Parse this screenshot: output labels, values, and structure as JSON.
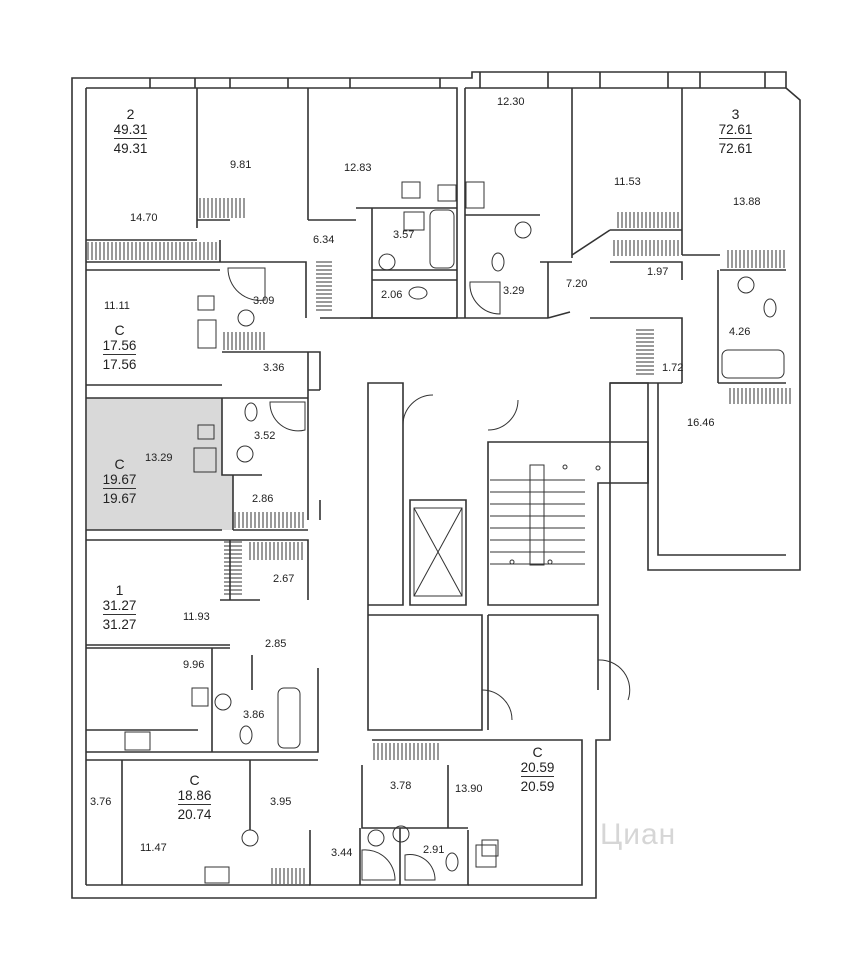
{
  "units": [
    {
      "id": "unit-2",
      "type": "2",
      "area": "49.31",
      "total": "49.31",
      "highlighted": false
    },
    {
      "id": "unit-3",
      "type": "3",
      "area": "72.61",
      "total": "72.61",
      "highlighted": false
    },
    {
      "id": "unit-studio-a",
      "type": "С",
      "area": "17.56",
      "total": "17.56",
      "highlighted": false
    },
    {
      "id": "unit-studio-b",
      "type": "С",
      "area": "19.67",
      "total": "19.67",
      "highlighted": true
    },
    {
      "id": "unit-1",
      "type": "1",
      "area": "31.27",
      "total": "31.27",
      "highlighted": false
    },
    {
      "id": "unit-studio-c",
      "type": "С",
      "area": "18.86",
      "total": "20.74",
      "highlighted": false
    },
    {
      "id": "unit-studio-d",
      "type": "С",
      "area": "20.59",
      "total": "20.59",
      "highlighted": false
    }
  ],
  "rooms": [
    "14.70",
    "9.81",
    "12.83",
    "6.34",
    "3.57",
    "2.06",
    "3.09",
    "11.11",
    "3.36",
    "13.29",
    "3.52",
    "2.86",
    "2.67",
    "11.93",
    "2.85",
    "9.96",
    "3.86",
    "3.76",
    "3.95",
    "11.47",
    "3.44",
    "3.78",
    "2.91",
    "13.90",
    "12.30",
    "3.29",
    "11.53",
    "7.20",
    "1.97",
    "13.88",
    "4.26",
    "1.72",
    "16.46"
  ],
  "colors": {
    "wall": "#333333",
    "highlight": "#d9d9d9",
    "window": "#ffffff"
  },
  "icons": [
    "balcony-hatch-icon",
    "bathtub-icon",
    "toilet-icon",
    "sink-icon",
    "shower-icon",
    "stove-icon",
    "washing-machine-icon",
    "vent-icon",
    "elevator-icon",
    "stair-icon",
    "door-swing-icon"
  ],
  "watermark": "Циан"
}
